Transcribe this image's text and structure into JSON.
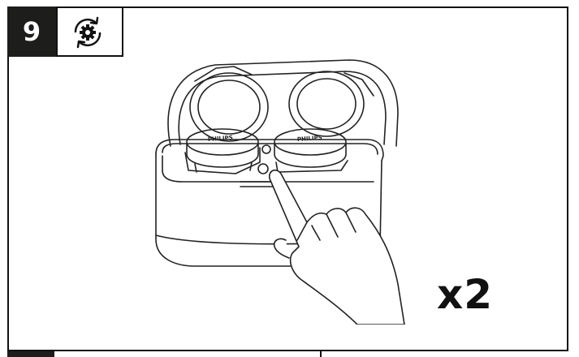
{
  "step": {
    "number": "9"
  },
  "header": {
    "icon": "settings-gear-cycle-icon"
  },
  "illustration": {
    "brand_left": "PHILIPS",
    "brand_right": "PHILIPS",
    "repeat": "x2"
  }
}
